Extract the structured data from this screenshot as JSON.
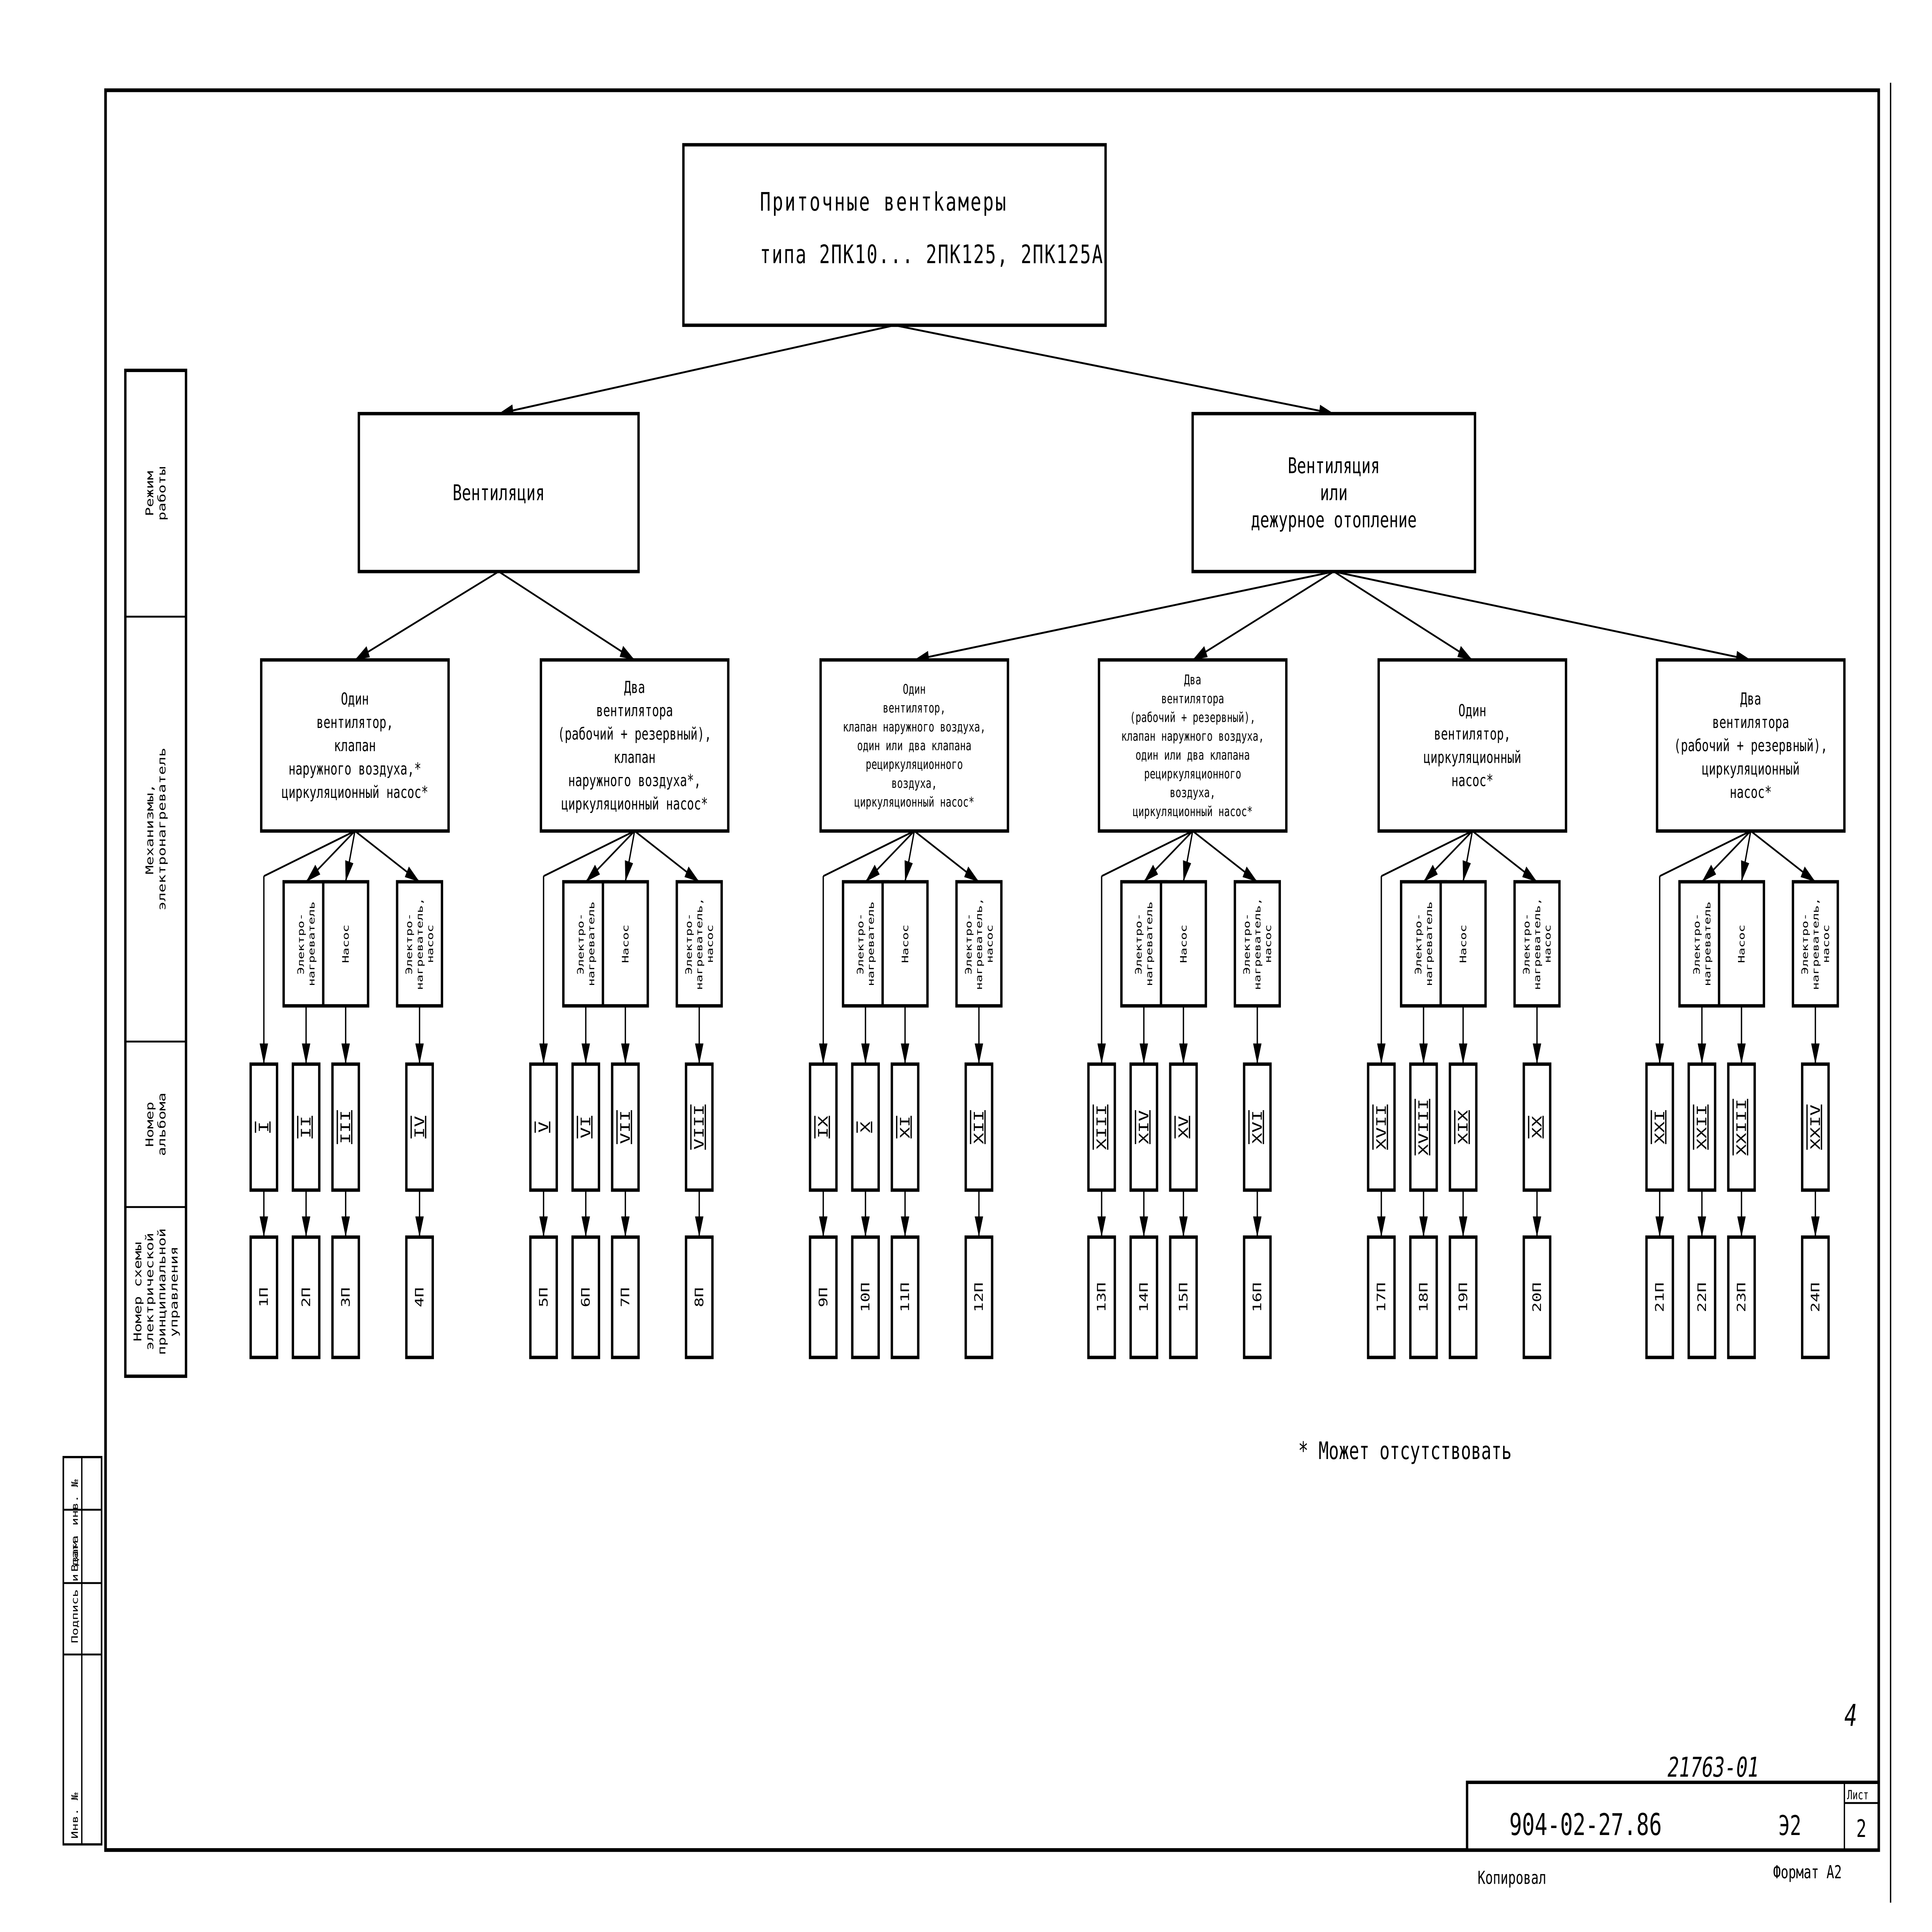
{
  "root": {
    "lines": [
      "Приточные вентkамеры",
      "типа 2ПК10... 2ПК125, 2ПК125А"
    ]
  },
  "row_labels": [
    {
      "id": "mode",
      "lines": [
        "Режим",
        "работы"
      ]
    },
    {
      "id": "mechanisms",
      "lines": [
        "Механизмы,",
        "электронагреватель"
      ]
    },
    {
      "id": "album",
      "lines": [
        "Номер",
        "альбома"
      ]
    },
    {
      "id": "scheme",
      "lines": [
        "Номер схемы",
        "электрической",
        "принципиальной",
        "управления"
      ]
    }
  ],
  "modes": [
    {
      "lines": [
        "Вентиляция"
      ],
      "configs": [
        {
          "lines": [
            "Один",
            "вентилятор,",
            "клапан",
            "наружного воздуха,*",
            "циркуляционный насос*"
          ],
          "leaves": [
            {
              "mechanism": null,
              "album": "I",
              "scheme": "1П"
            },
            {
              "mechanism": [
                "Электро-",
                "нагреватель"
              ],
              "album": "II",
              "scheme": "2П"
            },
            {
              "mechanism": [
                "Насос"
              ],
              "album": "III",
              "scheme": "3П"
            },
            {
              "mechanism": [
                "Электро-",
                "нагреватель,",
                "насос"
              ],
              "album": "IV",
              "scheme": "4П"
            }
          ]
        },
        {
          "lines": [
            "Два",
            "вентилятора",
            "(рабочий + резервный),",
            "клапан",
            "наружного воздуха*,",
            "циркуляционный насос*"
          ],
          "leaves": [
            {
              "mechanism": null,
              "album": "V",
              "scheme": "5П"
            },
            {
              "mechanism": [
                "Электро-",
                "нагреватель"
              ],
              "album": "VI",
              "scheme": "6П"
            },
            {
              "mechanism": [
                "Насос"
              ],
              "album": "VII",
              "scheme": "7П"
            },
            {
              "mechanism": [
                "Электро-",
                "нагреватель,",
                "насос"
              ],
              "album": "VIII",
              "scheme": "8П"
            }
          ]
        }
      ]
    },
    {
      "lines": [
        "Вентиляция",
        "или",
        "дежурное отопление"
      ],
      "configs": [
        {
          "lines": [
            "Один",
            "вентилятор,",
            "клапан наружного воздуха,",
            "один или два клапана",
            "рециркуляционного",
            "воздуха,",
            "циркуляционный насос*"
          ],
          "leaves": [
            {
              "mechanism": null,
              "album": "IX",
              "scheme": "9П"
            },
            {
              "mechanism": [
                "Электро-",
                "нагреватель"
              ],
              "album": "X",
              "scheme": "10П"
            },
            {
              "mechanism": [
                "Насос"
              ],
              "album": "XI",
              "scheme": "11П"
            },
            {
              "mechanism": [
                "Электро-",
                "нагреватель,",
                "насос"
              ],
              "album": "XII",
              "scheme": "12П"
            }
          ]
        },
        {
          "lines": [
            "Два",
            "вентилятора",
            "(рабочий + резервный),",
            "клапан наружного воздуха,",
            "один или два клапана",
            "рециркуляционного",
            "воздуха,",
            "циркуляционный насос*"
          ],
          "leaves": [
            {
              "mechanism": null,
              "album": "XIII",
              "scheme": "13П"
            },
            {
              "mechanism": [
                "Электро-",
                "нагреватель"
              ],
              "album": "XIV",
              "scheme": "14П"
            },
            {
              "mechanism": [
                "Насос"
              ],
              "album": "XV",
              "scheme": "15П"
            },
            {
              "mechanism": [
                "Электро-",
                "нагреватель,",
                "насос"
              ],
              "album": "XVI",
              "scheme": "16П"
            }
          ]
        },
        {
          "lines": [
            "Один",
            "вентилятор,",
            "циркуляционный",
            "насос*"
          ],
          "leaves": [
            {
              "mechanism": null,
              "album": "XVII",
              "scheme": "17П"
            },
            {
              "mechanism": [
                "Электро-",
                "нагреватель"
              ],
              "album": "XVIII",
              "scheme": "18П"
            },
            {
              "mechanism": [
                "Насос"
              ],
              "album": "XIX",
              "scheme": "19П"
            },
            {
              "mechanism": [
                "Электро-",
                "нагреватель,",
                "насос"
              ],
              "album": "XX",
              "scheme": "20П"
            }
          ]
        },
        {
          "lines": [
            "Два",
            "вентилятора",
            "(рабочий + резервный),",
            "циркуляционный",
            "насос*"
          ],
          "leaves": [
            {
              "mechanism": null,
              "album": "XXI",
              "scheme": "21П"
            },
            {
              "mechanism": [
                "Электро-",
                "нагреватель"
              ],
              "album": "XXII",
              "scheme": "22П"
            },
            {
              "mechanism": [
                "Насос"
              ],
              "album": "XXIII",
              "scheme": "23П"
            },
            {
              "mechanism": [
                "Электро-",
                "нагреватель,",
                "насос"
              ],
              "album": "XXIV",
              "scheme": "24П"
            }
          ]
        }
      ]
    }
  ],
  "footnote": "* Может отсутствовать",
  "stamp_side": [
    "Инв. №",
    "Подпись и дата",
    "Взам. инв. №"
  ],
  "title_block": {
    "handwritten_number": "21763-01",
    "page_mark": "4",
    "document_code": "904-02-27.86",
    "section": "Э2",
    "sheet_label": "Лист",
    "sheet_number": "2",
    "copied_by": "Копировал",
    "format": "Формат А2"
  }
}
